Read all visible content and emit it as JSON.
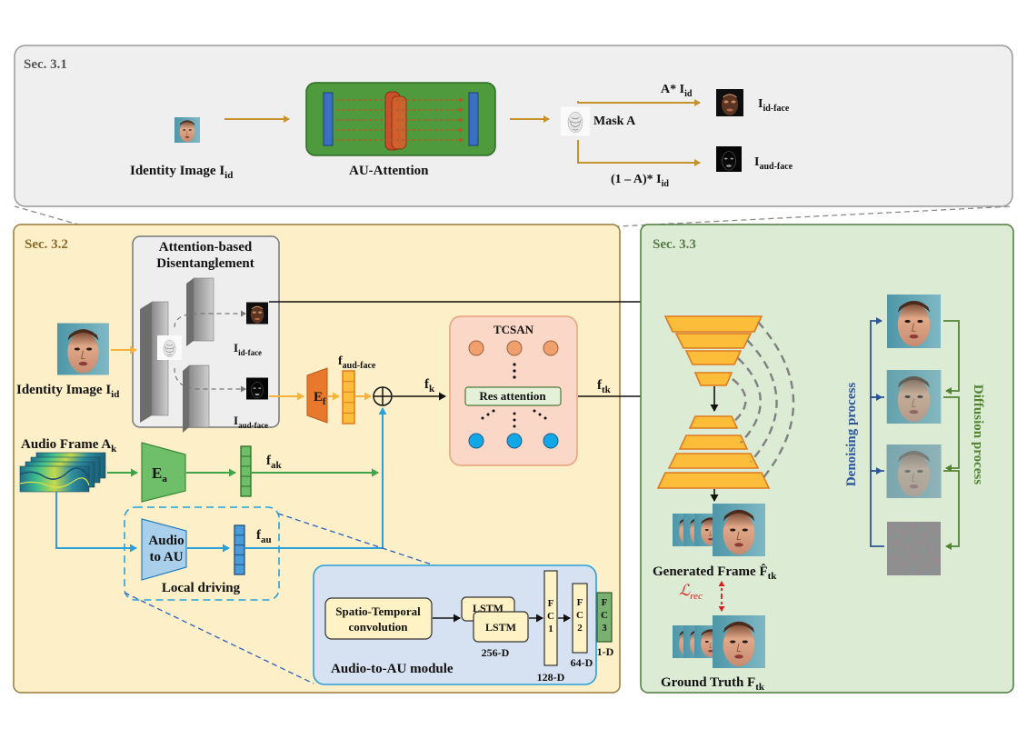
{
  "sec31": {
    "title": "Sec. 3.1",
    "identity_label": "Identity Image I",
    "identity_sub": "id",
    "au_attention": "AU-Attention",
    "mask": "Mask A",
    "top_eq": "A* I",
    "top_eq_sub": "id",
    "bottom_eq": "(1 – A)* I",
    "bottom_eq_sub": "id",
    "id_face": "I",
    "id_face_sub": "id-face",
    "aud_face": "I",
    "aud_face_sub": "aud-face"
  },
  "sec32": {
    "title": "Sec. 3.2",
    "attn_title_1": "Attention-based",
    "attn_title_2": "Disentanglement",
    "identity_label": "Identity Image I",
    "identity_sub": "id",
    "id_face": "I",
    "id_face_sub": "id-face",
    "aud_face": "I",
    "aud_face_sub": "aud-face",
    "ef": "E",
    "ef_sub": "f",
    "f_aud_face": "f",
    "f_aud_face_sub": "aud-face",
    "fk": "f",
    "fk_sub": "k",
    "tcsan": "TCSAN",
    "res_attention": "Res attention",
    "ftk": "f",
    "ftk_sub": "tk",
    "audio_frame": "Audio Frame A",
    "audio_frame_sub": "k",
    "ea": "E",
    "ea_sub": "a",
    "fak": "f",
    "fak_sub": "ak",
    "audio_to_au_1": "Audio",
    "audio_to_au_2": "to AU",
    "fau": "f",
    "fau_sub": "au",
    "local_driving": "Local driving",
    "stc_1": "Spatio-Temporal",
    "stc_2": "convolution",
    "lstm_back": "LSTM",
    "lstm_front": "LSTM",
    "dim_256": "256-D",
    "fc1": "F C 1",
    "dim_128": "128-D",
    "fc2": "F C 2",
    "dim_64": "64-D",
    "fc3": "F C 3",
    "dim_1": "1-D",
    "module_label": "Audio-to-AU module"
  },
  "sec33": {
    "title": "Sec. 3.3",
    "generated": "Generated Frame F̂",
    "generated_sub": "tk",
    "rec_loss": "ℒ",
    "rec_loss_sub": "rec",
    "ground_truth": "Ground Truth F",
    "ground_truth_sub": "tk",
    "denoising": "Denoising process",
    "diffusion": "Diffusion process"
  },
  "colors": {
    "sec31_bg": "#efefef",
    "sec32_bg": "#fdefc8",
    "sec33_bg": "#dbebd4",
    "orange_arrow": "#c8922a",
    "blue_arrow": "#2aa0d8",
    "green_arrow": "#3fa34a",
    "au_green": "#4f9a3c",
    "tcsan_bg": "#fad7c6",
    "module_bg": "#d6e2f2",
    "funnel": "#fbbd3a",
    "ef_orange": "#e8792c",
    "denoise_blue": "#2f5597",
    "diffusion_green": "#548235",
    "loss_red": "#d42020"
  }
}
